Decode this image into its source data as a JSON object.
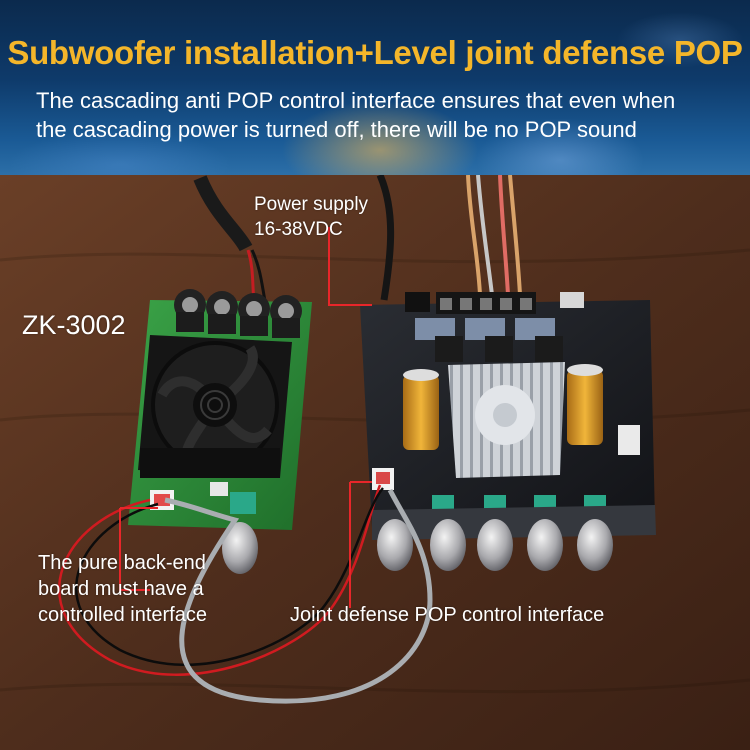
{
  "header": {
    "title": "Subwoofer installation+Level joint defense POP",
    "subtitle_lines": [
      "The cascading anti POP control interface ensures that even when",
      "the cascading power is turned off, there will be no POP sound"
    ]
  },
  "labels": {
    "power_supply_lines": [
      "Power supply",
      "16-38VDC"
    ],
    "model": "ZK-3002",
    "back_end_lines": [
      "The pure back-end",
      "board must have a",
      "controlled interface"
    ],
    "joint_defense": "Joint defense POP control interface"
  },
  "colors": {
    "title": "#f4b62a",
    "text": "#ffffff",
    "callout": "#e8262a",
    "wood": "#5a3522",
    "amp_board": "#1a1c20",
    "sub_board": "#2f8f3a",
    "capacitor": "#d89a2a",
    "knob": "#c8c8c8",
    "green_knob": "#2aa889"
  },
  "icons": {
    "fan": "cooling-fan-icon",
    "heatsink": "heatsink-icon",
    "knob": "volume-knob-icon"
  }
}
